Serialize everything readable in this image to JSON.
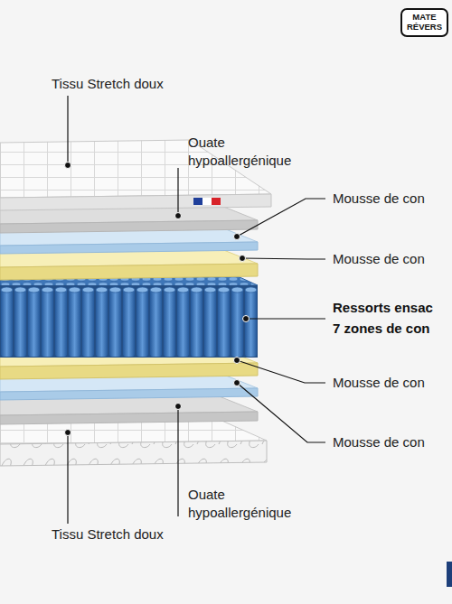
{
  "diagram": {
    "nodes": [
      {
        "text": [
          "MATE RÉVERS"
        ]
      }
    ],
    "labels": [
      "Tissu Stretch doux",
      "Ouate hypoallergénique",
      "Mousse de con",
      "Mousse de con",
      "Ressorts ensac",
      "7 zones de con",
      "Mousse de con",
      "Mousse de con",
      "Ouate hypoallergénique",
      "Tissu Stretch doux"
    ]
  }
}
